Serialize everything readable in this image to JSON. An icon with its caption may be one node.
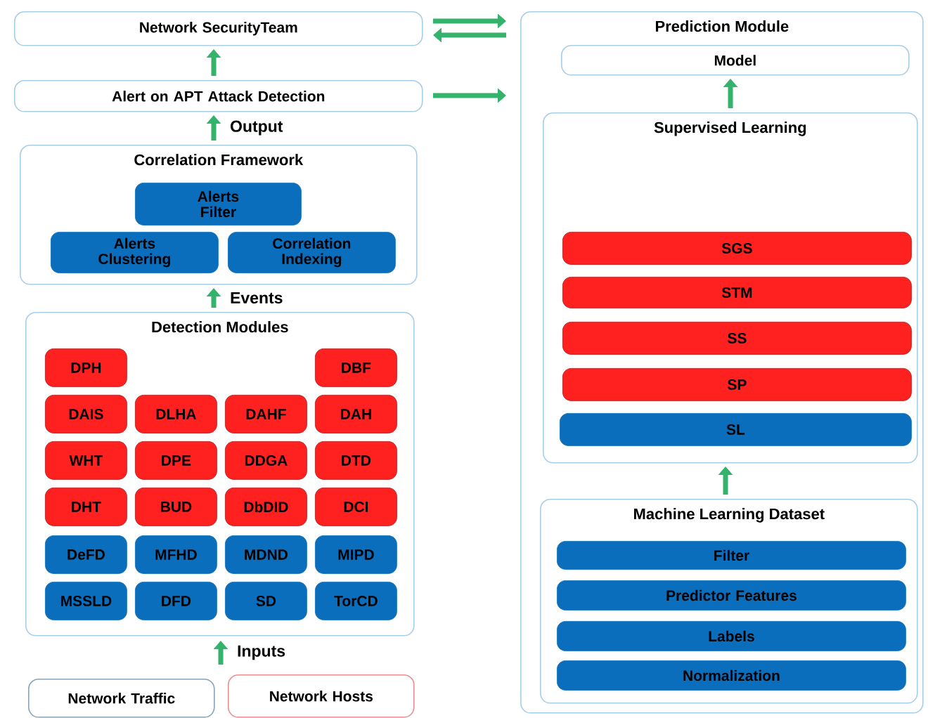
{
  "diagram": {
    "nodes": [
      {
        "text": [
          "Network SecurityTeam"
        ]
      },
      {
        "text": [
          "Alert on APT Attack Detection"
        ]
      },
      {
        "text": [
          "Correlation Framework"
        ]
      },
      {
        "text": [
          "Alerts Filter"
        ],
        "in": 2
      },
      {
        "text": [
          "Alerts Clustering"
        ],
        "in": 2
      },
      {
        "text": [
          "Correlation Indexing"
        ],
        "in": 2
      },
      {
        "text": [
          "Detection Modules"
        ]
      },
      {
        "text": [
          "DPH"
        ],
        "in": 6
      },
      {
        "text": [
          "DBF"
        ],
        "in": 6
      },
      {
        "text": [
          "DAIS"
        ],
        "in": 6
      },
      {
        "text": [
          "DLHA"
        ],
        "in": 6
      },
      {
        "text": [
          "DAHF"
        ],
        "in": 6
      },
      {
        "text": [
          "DAH"
        ],
        "in": 6
      },
      {
        "text": [
          "WHT"
        ],
        "in": 6
      },
      {
        "text": [
          "DPE"
        ],
        "in": 6
      },
      {
        "text": [
          "DDGA"
        ],
        "in": 6
      },
      {
        "text": [
          "DTD"
        ],
        "in": 6
      },
      {
        "text": [
          "DHT"
        ],
        "in": 6
      },
      {
        "text": [
          "BUD"
        ],
        "in": 6
      },
      {
        "text": [
          "DbDID"
        ],
        "in": 6
      },
      {
        "text": [
          "DCI"
        ],
        "in": 6
      },
      {
        "text": [
          "DeFD"
        ],
        "in": 6
      },
      {
        "text": [
          "MFHD"
        ],
        "in": 6
      },
      {
        "text": [
          "MDND"
        ],
        "in": 6
      },
      {
        "text": [
          "MIPD"
        ],
        "in": 6
      },
      {
        "text": [
          "MSSLD"
        ],
        "in": 6
      },
      {
        "text": [
          "DFD"
        ],
        "in": 6
      },
      {
        "text": [
          "SD"
        ],
        "in": 6
      },
      {
        "text": [
          "TorCD"
        ],
        "in": 6
      },
      {
        "text": [
          "Network Traffic"
        ]
      },
      {
        "text": [
          "Network Hosts"
        ]
      },
      {
        "text": [
          "Prediction Module"
        ]
      },
      {
        "text": [
          "Model"
        ],
        "in": 31
      },
      {
        "text": [
          "Supervised Learning"
        ],
        "in": 31
      },
      {
        "text": [
          "SGS"
        ],
        "in": 33
      },
      {
        "text": [
          "STM"
        ],
        "in": 33
      },
      {
        "text": [
          "SS"
        ],
        "in": 33
      },
      {
        "text": [
          "SP"
        ],
        "in": 33
      },
      {
        "text": [
          "SL"
        ],
        "in": 33
      },
      {
        "text": [
          "Machine Learning Dataset"
        ],
        "in": 31
      },
      {
        "text": [
          "Filter"
        ],
        "in": 39
      },
      {
        "text": [
          "Predictor Features"
        ],
        "in": 39
      },
      {
        "text": [
          "Labels"
        ],
        "in": 39
      },
      {
        "text": [
          "Normalization"
        ],
        "in": 39
      }
    ],
    "edges": [
      {
        "from": 1,
        "to": 0,
        "arrow": "to"
      },
      {
        "from": 2,
        "to": 1,
        "arrow": "to",
        "label": "Output"
      },
      {
        "from": 6,
        "to": 2,
        "arrow": "to",
        "label": "Events"
      },
      {
        "from": 29,
        "to": 6,
        "arrow": "to",
        "label": "Inputs"
      },
      {
        "from": 0,
        "to": 31,
        "arrow": "to"
      },
      {
        "from": 31,
        "to": 0,
        "arrow": "to"
      },
      {
        "from": 1,
        "to": 31,
        "arrow": "to"
      },
      {
        "from": 33,
        "to": 32,
        "arrow": "to"
      },
      {
        "from": 39,
        "to": 33,
        "arrow": "to"
      },
      {
        "from": 30,
        "to": 6,
        "arrow": "to"
      }
    ]
  }
}
